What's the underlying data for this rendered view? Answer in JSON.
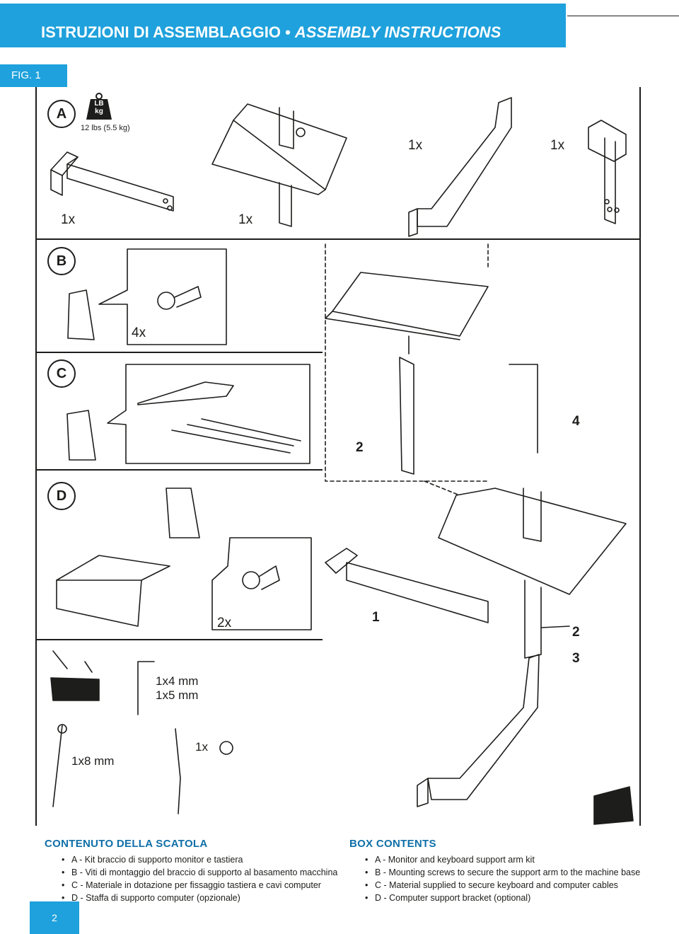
{
  "header": {
    "title_it": "ISTRUZIONI DI ASSEMBLAGGIO",
    "separator": " • ",
    "title_en": "ASSEMBLY INSTRUCTIONS"
  },
  "figure": {
    "label": "FIG. 1"
  },
  "sections": {
    "a": {
      "label": "A",
      "weight_badge": "LB\nkg",
      "weight": "12 lbs (5.5 kg)",
      "qty_1": "1x",
      "qty_2": "1x",
      "qty_3": "1x",
      "qty_4": "1x"
    },
    "b": {
      "label": "B",
      "qty": "4x"
    },
    "c": {
      "label": "C"
    },
    "d": {
      "label": "D",
      "qty": "2x"
    }
  },
  "tools": {
    "allen_1": "1x4 mm",
    "allen_2": "1x5 mm",
    "wrench": "1x8 mm",
    "screwdriver": "1x"
  },
  "steps": {
    "n2a": "2",
    "n4": "4",
    "n1": "1",
    "n2b": "2",
    "n3": "3"
  },
  "contents_it": {
    "title": "CONTENUTO DELLA SCATOLA",
    "items": [
      "A - Kit braccio di supporto monitor e tastiera",
      "B - Viti di montaggio del braccio di supporto al basamento macchina",
      "C - Materiale in dotazione per fissaggio tastiera e cavi computer",
      "D - Staffa di supporto computer (opzionale)"
    ]
  },
  "contents_en": {
    "title": "BOX CONTENTS",
    "items": [
      "A - Monitor and keyboard support arm kit",
      "B - Mounting screws to secure the support arm to the machine base",
      "C - Material supplied to secure keyboard and computer cables",
      "D - Computer support bracket (optional)"
    ]
  },
  "page": {
    "number": "2"
  },
  "colors": {
    "accent": "#1ea1dc",
    "heading": "#0f6fa8",
    "ink": "#1d1d1b"
  }
}
